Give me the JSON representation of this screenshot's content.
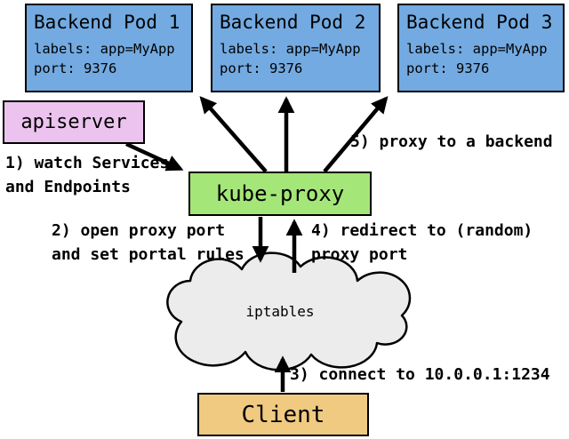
{
  "nodes": {
    "pods": [
      {
        "title": "Backend Pod 1",
        "labels": "labels: app=MyApp",
        "port": "port: 9376"
      },
      {
        "title": "Backend Pod 2",
        "labels": "labels: app=MyApp",
        "port": "port: 9376"
      },
      {
        "title": "Backend Pod 3",
        "labels": "labels: app=MyApp",
        "port": "port: 9376"
      }
    ],
    "apiserver": "apiserver",
    "kube_proxy": "kube-proxy",
    "iptables": "iptables",
    "client": "Client"
  },
  "annotations": {
    "step1": "1) watch Services\nand Endpoints",
    "step2": "2) open proxy port\nand set portal rules",
    "step3": "3) connect to 10.0.0.1:1234",
    "step4": "4) redirect to (random)\nproxy port",
    "step5": "5) proxy to a backend"
  },
  "colors": {
    "pod_fill": "#73aae1",
    "apiserver_fill": "#ecc3ee",
    "kube_proxy_fill": "#a5e678",
    "client_fill": "#efca80",
    "cloud_fill": "#ececec",
    "border": "#000000",
    "arrow": "#000000",
    "background": "#ffffff"
  }
}
